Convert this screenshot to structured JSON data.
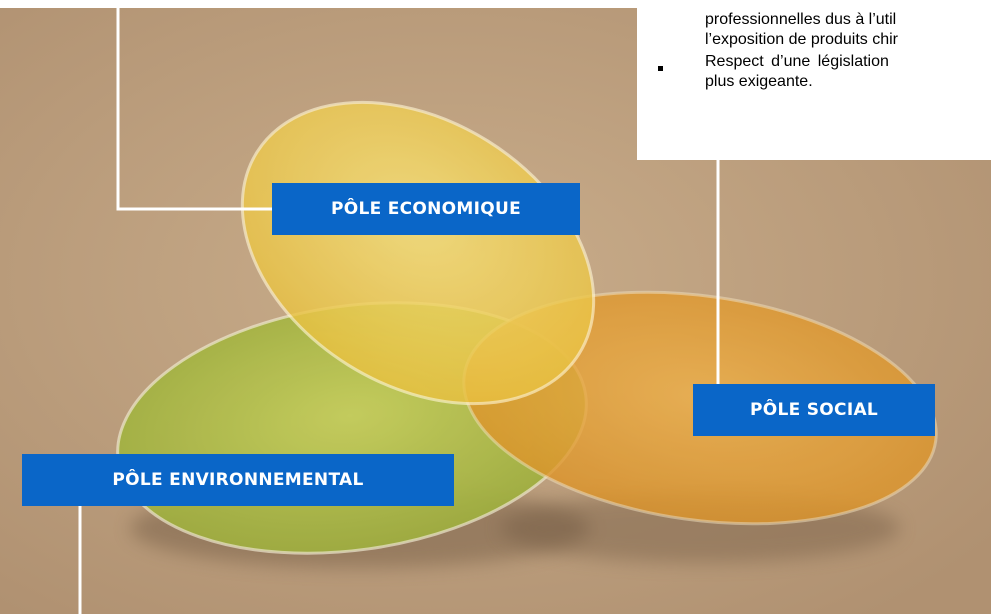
{
  "text_box": {
    "lines": [
      "professionnelles dus à l’util",
      "l’exposition de produits chir",
      "Respect  d’une  législation",
      "plus exigeante."
    ]
  },
  "labels": {
    "economic": "PÔLE ECONOMIQUE",
    "social": "PÔLE SOCIAL",
    "environmental": "PÔLE ENVIRONNEMENTAL"
  },
  "colors": {
    "background": "#b89b78",
    "economic_fill": "#f2d35e",
    "social_fill": "#e9a83b",
    "environmental_fill": "#b5c24e",
    "label_fill": "#0a66c8",
    "connector": "#ffffff"
  }
}
